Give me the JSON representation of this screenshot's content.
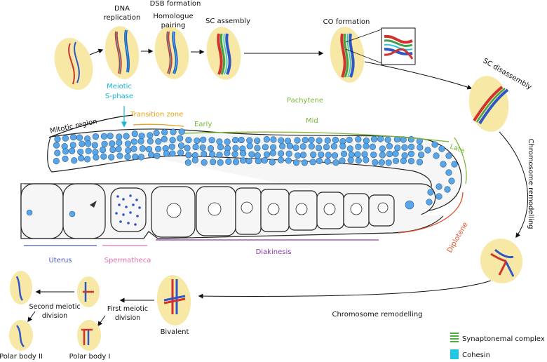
{
  "labels": {
    "dna_replication": [
      "DNA",
      "replication"
    ],
    "homologue_pairing": [
      "Homologue",
      "pairing"
    ],
    "dsb_formation": "DSB formation",
    "sc_assembly": "SC assembly",
    "co_formation": "CO formation",
    "sc_disassembly": "SC disassembly",
    "meiotic_sphase": [
      "Meiotic",
      "S-phase"
    ],
    "mitotic_region": "Mitotic region",
    "transition_zone": "Transition zone",
    "pachytene": "Pachytene",
    "early": "Early",
    "mid": "Mid",
    "late": "Late",
    "chromosome_remodelling_vertical": "Chromosome remodelling",
    "diplotene": "Diplotene",
    "uterus": "Uterus",
    "spermatheca": "Spermatheca",
    "diakinesis": "Diakinesis",
    "chromosome_remodelling_bottom": "Chromosome remodelling",
    "bivalent": "Bivalent",
    "first_meiotic_division": [
      "First meiotic",
      "division"
    ],
    "second_meiotic_division": [
      "Second meiotic",
      "division"
    ],
    "polar_body_1": "Polar body I",
    "polar_body_2": "Polar body II"
  },
  "legend": [
    {
      "label": "Synaptonemal complex",
      "color": "#4cae3c"
    },
    {
      "label": "Cohesin",
      "color": "#23c8e0"
    }
  ],
  "colors": {
    "homolog_red": "#d2322d",
    "homolog_blue": "#2f56c8",
    "sc_green": "#3fa34d",
    "cohesin_cyan": "#23c8e0",
    "meiotic_sphase": "#19b6d2",
    "transition_zone": "#e6a21a",
    "pachytene": "#79b83b",
    "diplotene": "#e0502a",
    "diakinesis": "#8e3aa6",
    "uterus": "#4a56c8",
    "spermatheca": "#e36fb0"
  }
}
